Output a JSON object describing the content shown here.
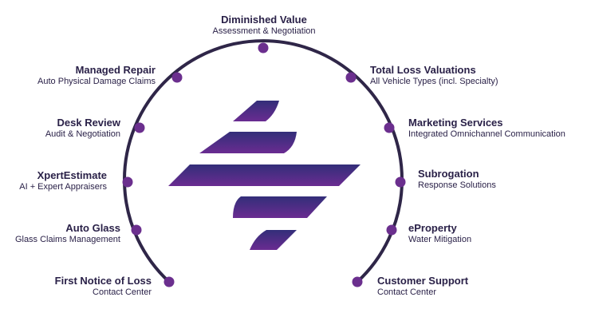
{
  "colors": {
    "arc": "#2f2648",
    "dot": "#6b2f8e",
    "text": "#2a2148",
    "logo_top": "#332e79",
    "logo_bottom": "#6a2c91"
  },
  "services": [
    {
      "id": "diminished-value",
      "title": "Diminished Value",
      "subtitle": "Assessment & Negotiation"
    },
    {
      "id": "managed-repair",
      "title": "Managed Repair",
      "subtitle": "Auto Physical Damage Claims"
    },
    {
      "id": "desk-review",
      "title": "Desk Review",
      "subtitle": "Audit & Negotiation"
    },
    {
      "id": "xpertestimate",
      "title": "XpertEstimate",
      "subtitle": "AI + Expert Appraisers"
    },
    {
      "id": "auto-glass",
      "title": "Auto Glass",
      "subtitle": "Glass Claims Management"
    },
    {
      "id": "first-notice-of-loss",
      "title": "First Notice of Loss",
      "subtitle": "Contact Center"
    },
    {
      "id": "total-loss-valuations",
      "title": "Total Loss Valuations",
      "subtitle": "All Vehicle Types (incl. Specialty)"
    },
    {
      "id": "marketing-services",
      "title": "Marketing Services",
      "subtitle": "Integrated Omnichannel Communication"
    },
    {
      "id": "subrogation",
      "title": "Subrogation",
      "subtitle": "Response Solutions"
    },
    {
      "id": "eproperty",
      "title": "eProperty",
      "subtitle": "Water Mitigation"
    },
    {
      "id": "customer-support",
      "title": "Customer Support",
      "subtitle": "Contact Center"
    }
  ]
}
